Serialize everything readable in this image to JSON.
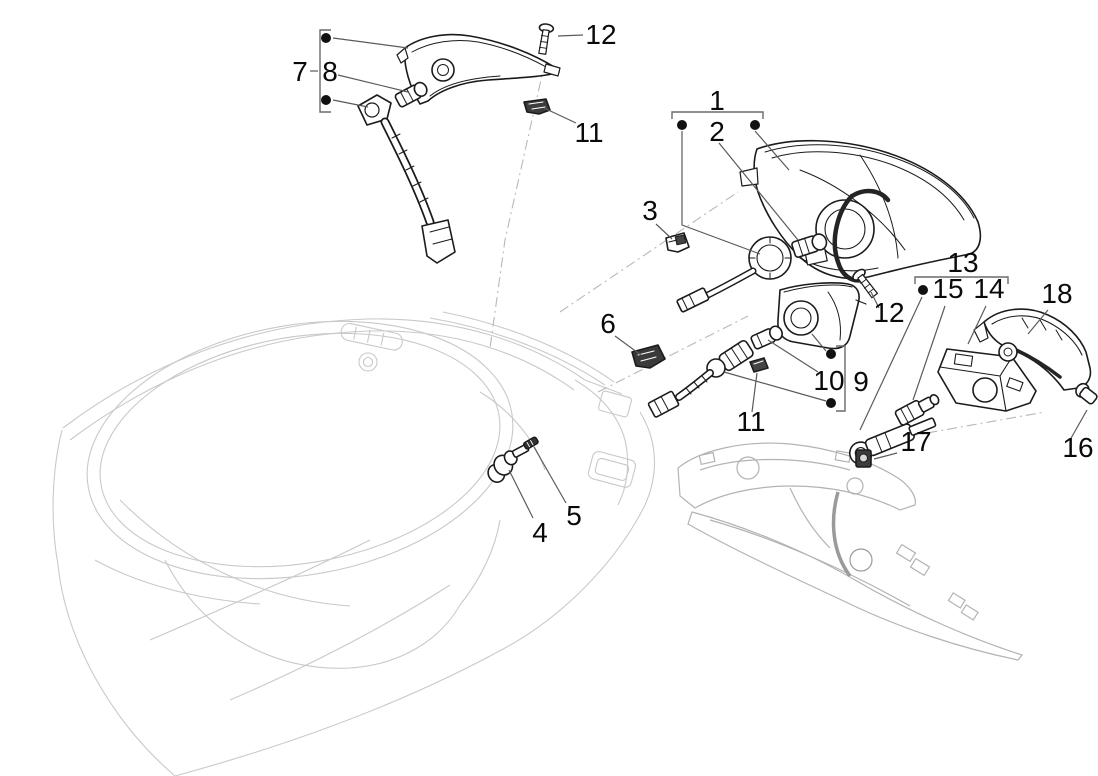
{
  "diagram": {
    "description": "Exploded parts diagram of scooter rear lights assembly",
    "colors": {
      "background": "#ffffff",
      "part_line": "#1b1b1b",
      "body_line": "#c9c9c9",
      "fender_line": "#b3b3b3",
      "leader_line": "#5a5a5a",
      "label": "#0a0a0a"
    },
    "callouts": {
      "n1": "1",
      "n2": "2",
      "n3": "3",
      "n4": "4",
      "n5": "5",
      "n6": "6",
      "n7": "7",
      "n8": "8",
      "n9": "9",
      "n10": "10",
      "n11_top": "11",
      "n11_mid": "11",
      "n12_top": "12",
      "n12_mid": "12",
      "n13": "13",
      "n14": "14",
      "n15": "15",
      "n16": "16",
      "n17": "17",
      "n18": "18"
    }
  }
}
